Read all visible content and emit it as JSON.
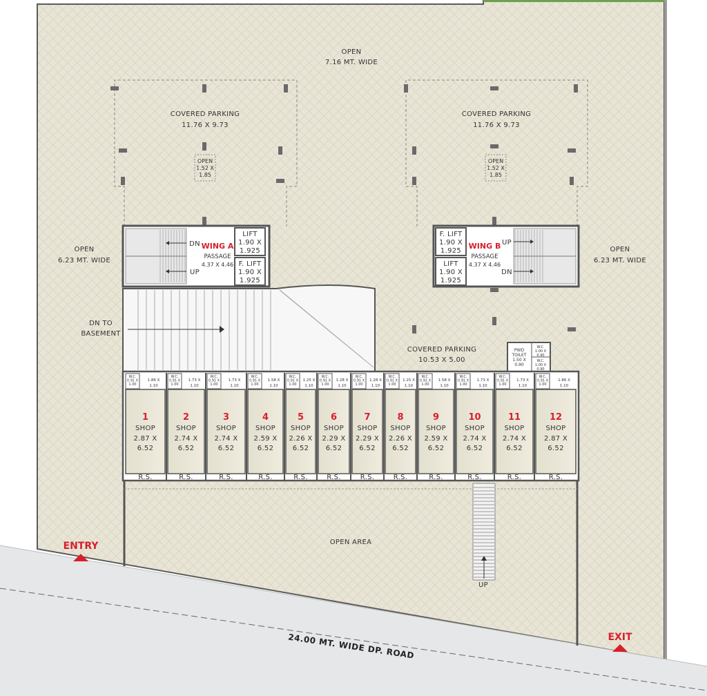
{
  "open_top": {
    "line1": "OPEN",
    "line2": "7.16 MT. WIDE"
  },
  "open_left": {
    "line1": "OPEN",
    "line2": "6.23 MT. WIDE"
  },
  "open_right": {
    "line1": "OPEN",
    "line2": "6.23 MT. WIDE"
  },
  "parking_left": {
    "line1": "COVERED PARKING",
    "line2": "11.76 X 9.73"
  },
  "parking_right": {
    "line1": "COVERED PARKING",
    "line2": "11.76 X 9.73"
  },
  "parking_mid": {
    "line1": "COVERED PARKING",
    "line2": "10.53 X 5.00"
  },
  "open_small": {
    "line1": "OPEN",
    "line2": "1.52 X",
    "line3": "1.85"
  },
  "wing_a": {
    "title": "WING A",
    "passage": "PASSAGE",
    "size": "4.37 X 4.46",
    "dn": "DN",
    "up": "UP",
    "lift": {
      "line1": "LIFT",
      "line2": "1.90 X",
      "line3": "1.925"
    },
    "flift": {
      "line1": "F. LIFT",
      "line2": "1.90 X",
      "line3": "1.925"
    }
  },
  "wing_b": {
    "title": "WING B",
    "passage": "PASSAGE",
    "size": "4.37 X 4.46",
    "dn": "DN",
    "up": "UP",
    "lift": {
      "line1": "LIFT",
      "line2": "1.90 X",
      "line3": "1.925"
    },
    "flift": {
      "line1": "F. LIFT",
      "line2": "1.90 X",
      "line3": "1.925"
    }
  },
  "basement": {
    "line1": "DN TO",
    "line2": "BASEMENT"
  },
  "pwd_toilet": {
    "line1": "PWD",
    "line2": "TOILET",
    "line3": "1.50 X",
    "line4": "0.90"
  },
  "wc_text": {
    "line1": "W.C.",
    "line2": "0.91 X",
    "line3": "1.00"
  },
  "wc_pwd": {
    "line1": "W.C.",
    "line2": "1.00 X",
    "line3": "0.90"
  },
  "shop_label": "SHOP",
  "rs_label": "R.S.",
  "shop_depth": "6.52",
  "shops": [
    {
      "num": "1",
      "w": "2.87 X",
      "wc_size": "1.86 X 1.10"
    },
    {
      "num": "2",
      "w": "2.74 X",
      "wc_size": "1.73 X 1.10"
    },
    {
      "num": "3",
      "w": "2.74 X",
      "wc_size": "1.73 X 1.10"
    },
    {
      "num": "4",
      "w": "2.59 X",
      "wc_size": "1.58 X 1.10"
    },
    {
      "num": "5",
      "w": "2.26 X",
      "wc_size": "1.25 X 1.10"
    },
    {
      "num": "6",
      "w": "2.29 X",
      "wc_size": "1.28 X 1.10"
    },
    {
      "num": "7",
      "w": "2.29 X",
      "wc_size": "1.28 X 1.10"
    },
    {
      "num": "8",
      "w": "2.26 X",
      "wc_size": "1.25 X 1.10"
    },
    {
      "num": "9",
      "w": "2.59 X",
      "wc_size": "1.58 X 1.10"
    },
    {
      "num": "10",
      "w": "2.74 X",
      "wc_size": "1.73 X 1.10"
    },
    {
      "num": "11",
      "w": "2.74 X",
      "wc_size": "1.73 X 1.10"
    },
    {
      "num": "12",
      "w": "2.87 X",
      "wc_size": "1.86 X 1.10"
    }
  ],
  "open_area": "OPEN AREA",
  "up_label": "UP",
  "road_label": "24.00 MT. WIDE DP. ROAD",
  "entry": "ENTRY",
  "exit": "EXIT",
  "colors": {
    "ground": "#e9e5d6",
    "road": "#e6e7e8",
    "accent": "#d6202c",
    "wall": "#555555",
    "green": "#6fa04f"
  }
}
